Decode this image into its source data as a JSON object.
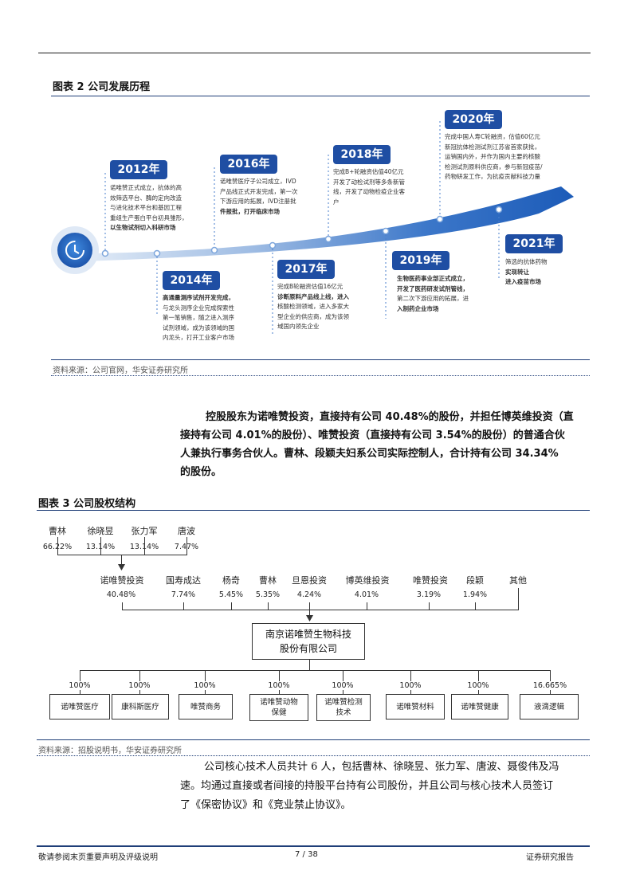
{
  "fig2": {
    "title": "图表 2 公司发展历程",
    "source": "资料来源：公司官网，华安证券研究所",
    "milestones": [
      {
        "year": "2012年",
        "lines": [
          "诺唯赞正式成立，抗体的高",
          "效筛选平台、酶的定向改造",
          "与进化技术平台和基因工程",
          "重组生产蛋白平台初具雏形，",
          "以生物试剂切入科研市场"
        ]
      },
      {
        "year": "2014年",
        "lines": [
          "高通量测序试剂开发完成，",
          "与龙头测序企业完成探索性",
          "第一笔销售，随之进入测序",
          "试剂领域，成为该领域的国",
          "内龙头，打开工业客户市场"
        ]
      },
      {
        "year": "2016年",
        "lines": [
          "诺唯赞医疗子公司成立，IVD",
          "产品线正式开发完成，第一次",
          "下游应用的拓展，IVD注册批",
          "件报批，打开临床市场"
        ]
      },
      {
        "year": "2017年",
        "lines": [
          "完成B轮融资估值16亿元",
          "诊断原料产品线上线，进入",
          "核酸检测领域，进入多家大",
          "型企业的供应商，成为该领",
          "域国内领先企业"
        ]
      },
      {
        "year": "2018年",
        "lines": [
          "完成B+轮融资估值40亿元",
          "开发了动检试剂等多条新管",
          "线，开发了动物检疫企业客",
          "户"
        ]
      },
      {
        "year": "2019年",
        "lines": [
          "生物医药事业部正式成立，",
          "开发了医药研发试剂管线，",
          "第二次下游应用的拓展，进",
          "入制药企业市场"
        ]
      },
      {
        "year": "2020年",
        "lines": [
          "完成中国人寿C轮融资，估值60亿元",
          "新冠抗体检测试剂江苏省首家获批，",
          "运销国内外，并作为国内主要的核酸",
          "检测试剂原料供应商，参与新冠疫苗/",
          "药物研发工作，为抗疫贡献科技力量"
        ]
      },
      {
        "year": "2021年",
        "lines": [
          "筛选的抗体药物",
          "实现转让",
          "进入疫苗市场"
        ]
      }
    ]
  },
  "paragraph1": "控股股东为诺唯赞投资，直接持有公司 40.48%的股份，并担任博英维投资（直接持有公司 4.01%的股份）、唯赞投资（直接持有公司 3.54%的股份）的普通合伙人兼执行事务合伙人。曹林、段颖夫妇系公司实际控制人，合计持有公司 34.34%的股份。",
  "paragraph1_lines": [
    "控股股东为诺唯赞投资，直接持有公司 40.48%的股份，并担任博英维投资（直",
    "接持有公司 4.01%的股份）、唯赞投资（直接持有公司 3.54%的股份）的普通合伙",
    "人兼执行事务合伙人。曹林、段颖夫妇系公司实际控制人，合计持有公司 34.34%",
    "的股份。"
  ],
  "fig3": {
    "title": "图表 3 公司股权结构",
    "source": "资料来源：招股说明书，华安证券研究所",
    "top_holders": [
      {
        "name": "曹林",
        "pct": "66.22%"
      },
      {
        "name": "徐晓昱",
        "pct": "13.14%"
      },
      {
        "name": "张力军",
        "pct": "13.14%"
      },
      {
        "name": "唐波",
        "pct": "7.47%"
      }
    ],
    "shareholders": [
      {
        "name": "诺唯赞投资",
        "pct": "40.48%"
      },
      {
        "name": "国寿成达",
        "pct": "7.74%"
      },
      {
        "name": "杨奇",
        "pct": "5.45%"
      },
      {
        "name": "曹林",
        "pct": "5.35%"
      },
      {
        "name": "旦恩投资",
        "pct": "4.24%"
      },
      {
        "name": "博英维投资",
        "pct": "4.01%"
      },
      {
        "name": "唯赞投资",
        "pct": "3.19%"
      },
      {
        "name": "段颖",
        "pct": "1.94%"
      },
      {
        "name": "其他",
        "pct": ""
      }
    ],
    "company_line1": "南京诺唯赞生物科技",
    "company_line2": "股份有限公司",
    "subsidiaries": [
      {
        "pct": "100%",
        "line1": "诺唯赞医疗",
        "line2": ""
      },
      {
        "pct": "100%",
        "line1": "康科斯医疗",
        "line2": ""
      },
      {
        "pct": "100%",
        "line1": "唯赞商务",
        "line2": ""
      },
      {
        "pct": "100%",
        "line1": "诺唯赞动物",
        "line2": "保健"
      },
      {
        "pct": "100%",
        "line1": "诺唯赞检测",
        "line2": "技术"
      },
      {
        "pct": "100%",
        "line1": "诺唯赞材料",
        "line2": ""
      },
      {
        "pct": "100%",
        "line1": "诺唯赞健康",
        "line2": ""
      },
      {
        "pct": "16.665%",
        "line1": "液滴逻辑",
        "line2": ""
      }
    ]
  },
  "paragraph2_lines": [
    "公司核心技术人员共计 6 人，包括曹林、徐晓昱、张力军、唐波、聂俊伟及冯",
    "速。均通过直接或者间接的持股平台持有公司股份，并且公司与核心技术人员签订",
    "了《保密协议》和《竞业禁止协议》。"
  ],
  "footer": {
    "left": "敬请参阅末页重要声明及评级说明",
    "page": "7 / 38",
    "right": "证券研究报告"
  },
  "colors": {
    "accent": "#1f4ea3",
    "rule": "#1f3e78"
  }
}
